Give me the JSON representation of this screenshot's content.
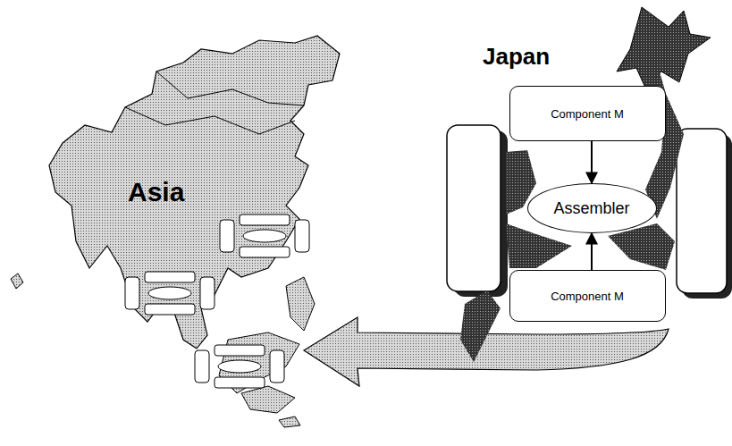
{
  "diagram": {
    "nodes": [
      {
        "text": [
          "Component M"
        ]
      },
      {
        "text": [
          "Assembler"
        ]
      },
      {
        "text": [
          "Component M"
        ]
      }
    ],
    "edges": [
      {
        "from": 0,
        "to": 1,
        "arrow": "to"
      },
      {
        "from": 2,
        "to": 1,
        "arrow": "to"
      }
    ],
    "labels": [
      "Japan",
      "Asia"
    ]
  }
}
